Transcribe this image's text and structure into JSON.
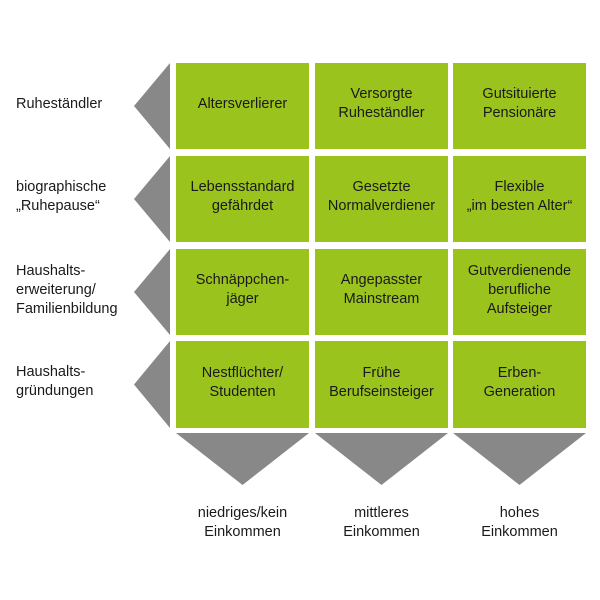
{
  "colors": {
    "cell_fill": "#9bc31d",
    "arrow_fill": "#888888",
    "text": "#1a1a1a"
  },
  "rows": [
    {
      "label": "Ruheständler"
    },
    {
      "label": "biographische\n„Ruhepause“"
    },
    {
      "label": "Haushalts-\nerweiterung/\nFamilienbildung"
    },
    {
      "label": "Haushalts-\ngründungen"
    }
  ],
  "columns": [
    {
      "label": "niedriges/kein\nEinkommen"
    },
    {
      "label": "mittleres\nEinkommen"
    },
    {
      "label": "hohes\nEinkommen"
    }
  ],
  "cells": [
    [
      "Altersverlierer",
      "Versorgte\nRuheständler",
      "Gutsituierte\nPensionäre"
    ],
    [
      "Lebensstandard\ngefährdet",
      "Gesetzte\nNormalverdiener",
      "Flexible\n„im besten Alter“"
    ],
    [
      "Schnäppchen-\njäger",
      "Angepasster\nMainstream",
      "Gutverdienende\nberufliche\nAufsteiger"
    ],
    [
      "Nestflüchter/\nStudenten",
      "Frühe\nBerufseinsteiger",
      "Erben-\nGeneration"
    ]
  ]
}
